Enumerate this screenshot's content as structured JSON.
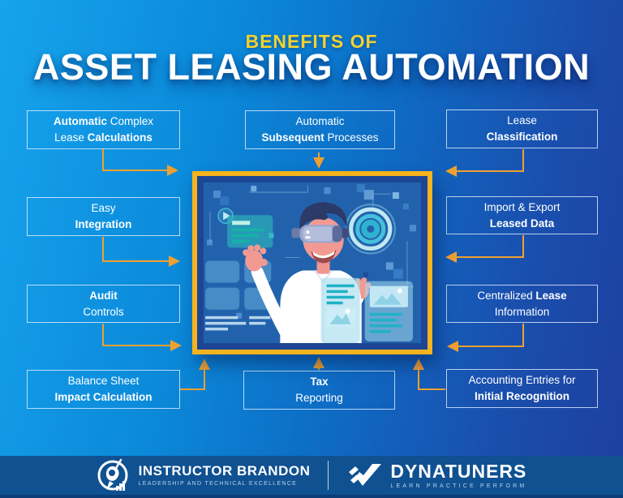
{
  "header": {
    "kicker": "BENEFITS OF",
    "title": "ASSET LEASING AUTOMATION"
  },
  "benefit_boxes": [
    {
      "id": "automatic-complex-lease-calculations",
      "lines": [
        [
          {
            "text": "Automatic",
            "bold": true
          },
          {
            "text": " Complex",
            "bold": false
          }
        ],
        [
          {
            "text": "Lease ",
            "bold": false
          },
          {
            "text": "Calculations",
            "bold": true
          }
        ]
      ]
    },
    {
      "id": "easy-integration",
      "lines": [
        [
          {
            "text": "Easy",
            "bold": false
          }
        ],
        [
          {
            "text": "Integration",
            "bold": true
          }
        ]
      ]
    },
    {
      "id": "audit-controls",
      "lines": [
        [
          {
            "text": "Audit",
            "bold": true
          }
        ],
        [
          {
            "text": "Controls",
            "bold": false
          }
        ]
      ]
    },
    {
      "id": "balance-sheet-impact-calculation",
      "lines": [
        [
          {
            "text": "Balance Sheet",
            "bold": false
          }
        ],
        [
          {
            "text": "Impact Calculation",
            "bold": true
          }
        ]
      ]
    },
    {
      "id": "automatic-subsequent-processes",
      "lines": [
        [
          {
            "text": "Automatic",
            "bold": false
          }
        ],
        [
          {
            "text": "Subsequent",
            "bold": true
          },
          {
            "text": " Processes",
            "bold": false
          }
        ]
      ]
    },
    {
      "id": "tax-reporting",
      "lines": [
        [
          {
            "text": "Tax",
            "bold": true
          }
        ],
        [
          {
            "text": "Reporting",
            "bold": false
          }
        ]
      ]
    },
    {
      "id": "lease-classification",
      "lines": [
        [
          {
            "text": "Lease",
            "bold": false
          }
        ],
        [
          {
            "text": "Classification",
            "bold": true
          }
        ]
      ]
    },
    {
      "id": "import-export-leased-data",
      "lines": [
        [
          {
            "text": "Import & Export",
            "bold": false
          }
        ],
        [
          {
            "text": "Leased Data",
            "bold": true
          }
        ]
      ]
    },
    {
      "id": "centralized-lease-information",
      "lines": [
        [
          {
            "text": "Centralized ",
            "bold": false
          },
          {
            "text": "Lease",
            "bold": true
          }
        ],
        [
          {
            "text": "Information",
            "bold": false
          }
        ]
      ]
    },
    {
      "id": "accounting-entries-initial-recognition",
      "lines": [
        [
          {
            "text": "Accounting Entries for",
            "bold": false
          }
        ],
        [
          {
            "text": "Initial Recognition",
            "bold": true
          }
        ]
      ]
    }
  ],
  "illustration": {
    "subject": "person-wearing-vr-headset-with-holographic-panels"
  },
  "footer": {
    "instructor_brandon": {
      "name": "INSTRUCTOR BRANDON",
      "tagline": "LEADERSHIP AND TECHNICAL EXCELLENCE",
      "icon": "rocket-circle-logo"
    },
    "dynatuners": {
      "name": "DYNATUNERS",
      "tagline": "LEARN PRACTICE PERFORM",
      "icon": "double-checkmark-logo"
    }
  },
  "colors": {
    "arrow": "#f0a02f",
    "frame_yellow": "#f5b31d",
    "kicker_yellow": "#f2d22d",
    "title_white": "#ffffff",
    "footer_bg": "#0f5191",
    "bg_light": "#16a3ec",
    "bg_dark": "#1e3f9e"
  }
}
